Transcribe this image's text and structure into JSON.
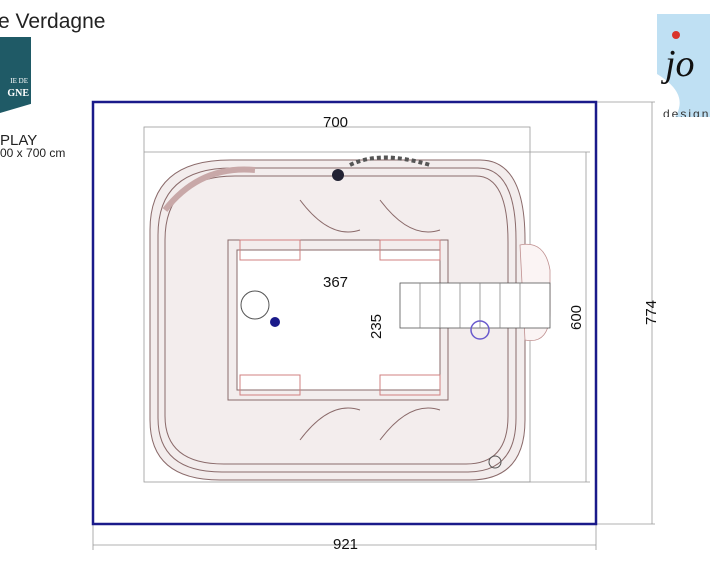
{
  "header": {
    "title": "e Verdagne"
  },
  "left_logo": {
    "line1": "IE DE",
    "line2": "GNE"
  },
  "product": {
    "name": "PLAY",
    "size": "00 x 700 cm"
  },
  "right_logo": {
    "mark": "jo",
    "sub": "design"
  },
  "dimensions": {
    "top_width": "700",
    "inner_width": "367",
    "inner_depth": "235",
    "depth": "600",
    "outer_depth": "774",
    "outer_width": "921"
  },
  "colors": {
    "border": "#1a1a8a",
    "drawing": "#8a6a6a",
    "accent": "#6a5acd"
  }
}
